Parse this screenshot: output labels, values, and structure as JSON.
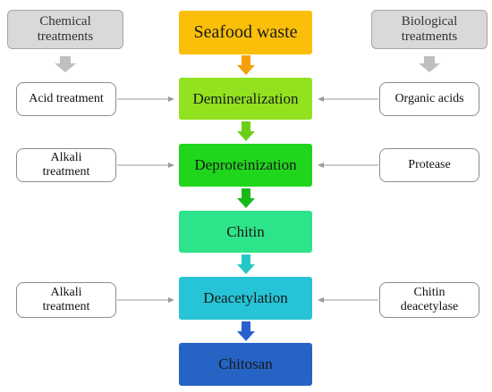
{
  "left_header": "Chemical\ntreatments",
  "right_header": "Biological\ntreatments",
  "steps": [
    {
      "label": "Seafood waste",
      "color": "#fbbf0a"
    },
    {
      "label": "Demineralization",
      "color": "#92e21f"
    },
    {
      "label": "Deproteinization",
      "color": "#1fd61c"
    },
    {
      "label": "Chitin",
      "color": "#2ee48a"
    },
    {
      "label": "Deacetylation",
      "color": "#26c4d6"
    },
    {
      "label": "Chitosan",
      "color": "#2563c4"
    }
  ],
  "chemical": {
    "demineralization": "Acid treatment",
    "deproteinization": "Alkali\ntreatment",
    "deacetylation": "Alkali\ntreatment"
  },
  "biological": {
    "demineralization": "Organic acids",
    "deproteinization": "Protease",
    "deacetylation": "Chitin\ndeacetylase"
  },
  "arrow_colors": [
    "#f5a00a",
    "#6ccf16",
    "#17b81a",
    "#25c9c4",
    "#2b5fcf"
  ]
}
